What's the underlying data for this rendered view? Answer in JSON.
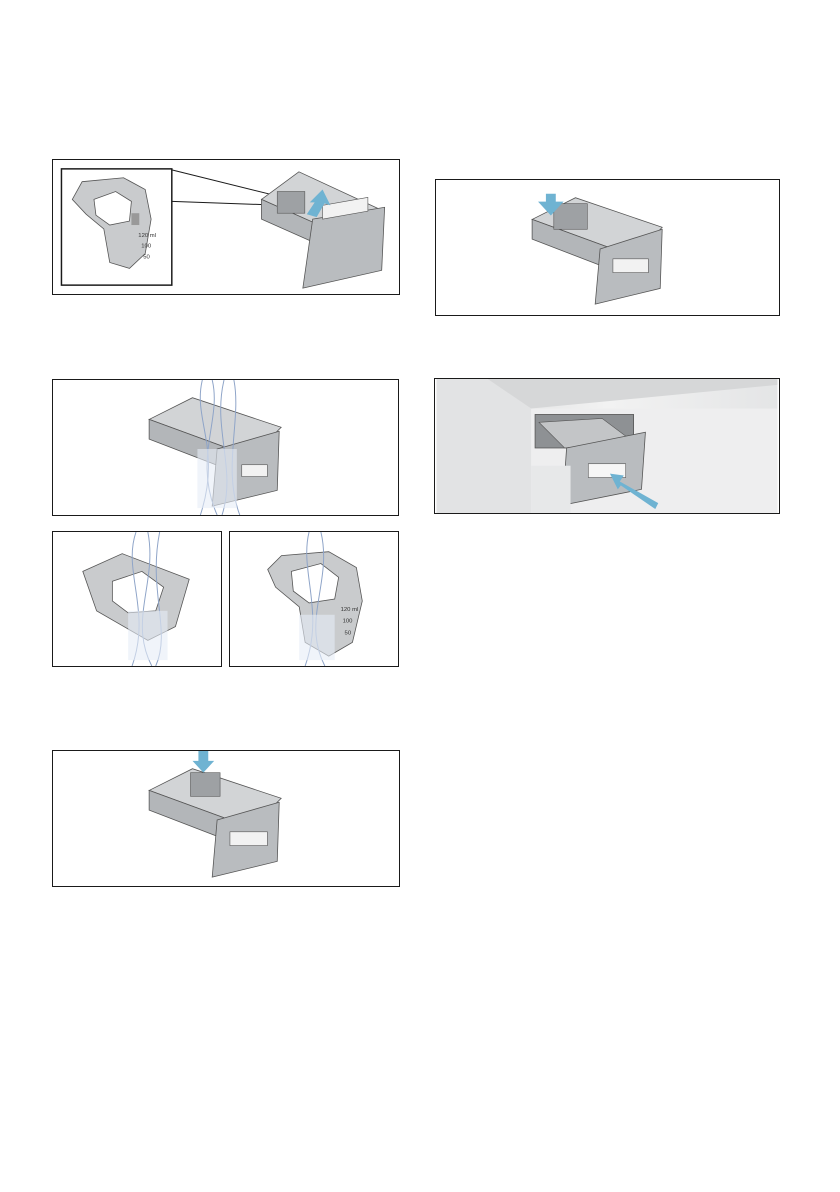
{
  "figures": [
    {
      "id": "fig-1",
      "alt_callouts": [
        "120 ml",
        "100",
        "50"
      ]
    },
    {
      "id": "fig-2"
    },
    {
      "id": "fig-3a"
    },
    {
      "id": "fig-3b",
      "alt_callouts": [
        "120 ml",
        "100",
        "50"
      ]
    },
    {
      "id": "fig-4"
    },
    {
      "id": "fig-5"
    },
    {
      "id": "fig-6"
    }
  ],
  "colors": {
    "accent_arrow": "#6fb3d2",
    "drawer_fill": "#b9bcbf",
    "frame": "#1a1a1a",
    "water": "#8ea4c8"
  },
  "icons": [
    "arrow-up-icon",
    "arrow-down-icon",
    "arrow-push-icon"
  ]
}
